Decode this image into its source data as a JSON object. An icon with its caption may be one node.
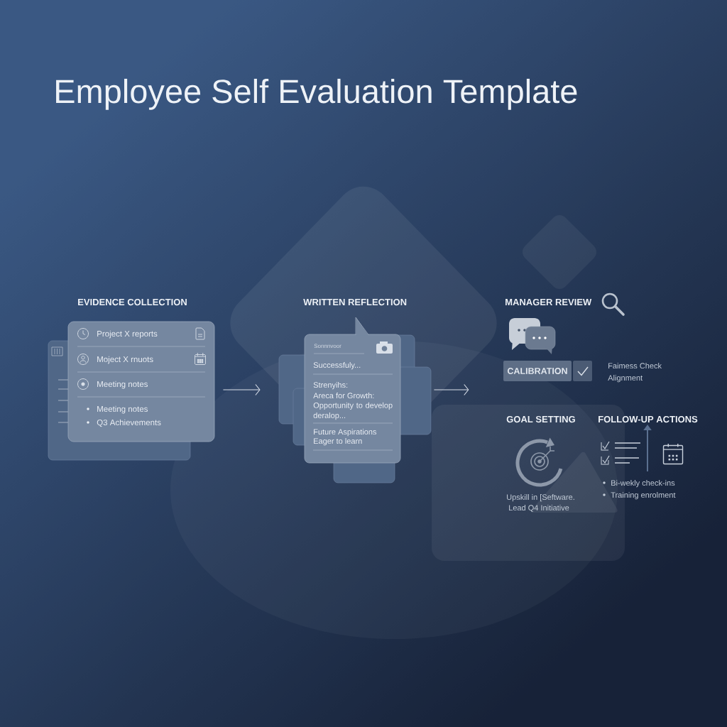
{
  "diagram": {
    "title": "Employee Self Evaluation Template",
    "nodes": [
      {
        "text": [
          "EVIDENCE COLLECTION",
          "Project X reports",
          "Moject X rnuots",
          "Meeting notes",
          "Meeting notes",
          "Q3 Achievements"
        ]
      },
      {
        "text": [
          "WRITTEN REFLECTION",
          "Sonnnvoor",
          "Successfuly...",
          "Strenyihs:",
          "Areca for Growth:",
          "Opportunity to develop deralop...",
          "Future Aspirations",
          "Eager to learn"
        ]
      },
      {
        "text": [
          "CALIBRATION"
        ]
      }
    ],
    "edges": [
      {
        "from": 0,
        "to": 1,
        "arrow": "to"
      },
      {
        "from": 1,
        "to": null,
        "arrow": "to"
      }
    ],
    "labels": [
      "MANAGER REVIEW",
      "Faimess Check",
      "Alignment",
      "GOAL SETTING",
      "FOLLOW-UP ACTIONS",
      "Upskill in [Seftware.",
      "Lead Q4 Initiative",
      "Bi-wekly check-ins",
      "Training enrolment"
    ]
  }
}
